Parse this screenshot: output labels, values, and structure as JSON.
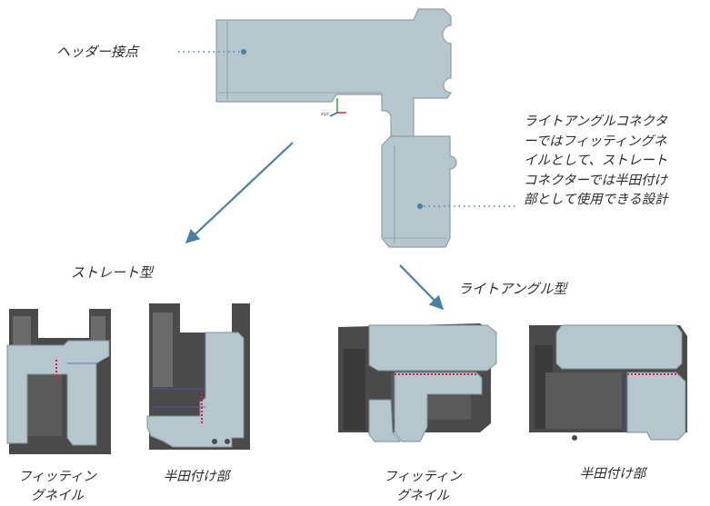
{
  "labels": {
    "header_contact": "ヘッダー接点",
    "callout_lines": [
      "ライトアングルコネクタ",
      "ーではフィッティングネ",
      "イルとして、ストレート",
      "コネクターでは半田付け",
      "部として使用できる設計"
    ],
    "straight_type": "ストレート型",
    "right_angle_type": "ライトアングル型",
    "fitting_nail_lines": [
      "フィッティン",
      "グネイル"
    ],
    "solder_part": "半田付け部"
  },
  "colors": {
    "terminal_fill": "#b5c6cc",
    "terminal_edge": "#8e9fa6",
    "housing_dark": "#4a4a4a",
    "housing_mid": "#6b6b6b",
    "arrow": "#4a7fa8",
    "leader_dot": "#4a7fa8",
    "solder_red": "#d6204e"
  },
  "icons": [
    "axis-triad-icon"
  ]
}
